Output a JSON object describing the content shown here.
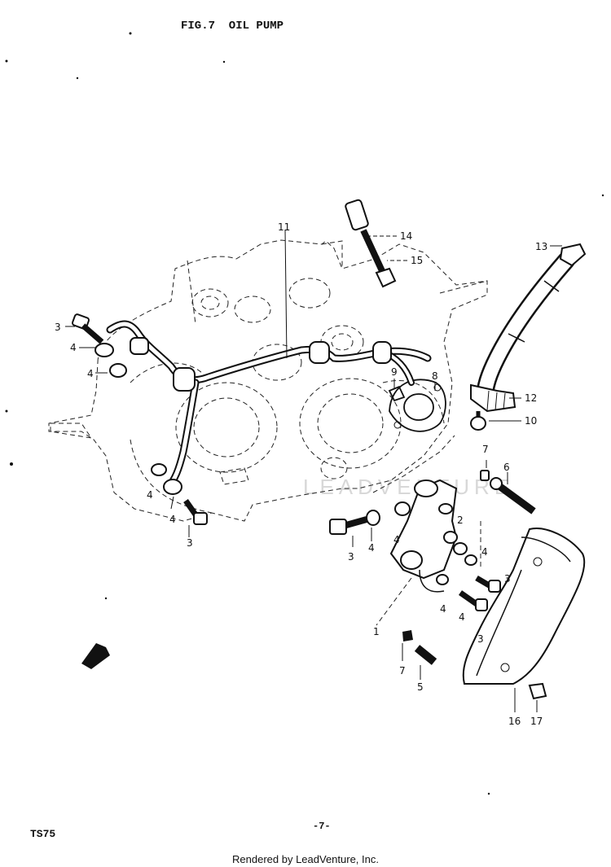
{
  "title": "FIG.7  OIL PUMP",
  "model": "TS75",
  "page_number": "-7-",
  "footer": "Rendered by LeadVenture, Inc.",
  "watermark": "LEADVENTURE",
  "callouts": [
    {
      "id": "c1",
      "text": "1"
    },
    {
      "id": "c2",
      "text": "2"
    },
    {
      "id": "c3a",
      "text": "3"
    },
    {
      "id": "c3b",
      "text": "3"
    },
    {
      "id": "c3c",
      "text": "3"
    },
    {
      "id": "c3d",
      "text": "3"
    },
    {
      "id": "c3e",
      "text": "3"
    },
    {
      "id": "c4a",
      "text": "4"
    },
    {
      "id": "c4b",
      "text": "4"
    },
    {
      "id": "c4c",
      "text": "4"
    },
    {
      "id": "c4d",
      "text": "4"
    },
    {
      "id": "c4e",
      "text": "4"
    },
    {
      "id": "c4f",
      "text": "4"
    },
    {
      "id": "c4g",
      "text": "4"
    },
    {
      "id": "c4h",
      "text": "4"
    },
    {
      "id": "c4i",
      "text": "4"
    },
    {
      "id": "c5",
      "text": "5"
    },
    {
      "id": "c6",
      "text": "6"
    },
    {
      "id": "c7a",
      "text": "7"
    },
    {
      "id": "c7b",
      "text": "7"
    },
    {
      "id": "c8",
      "text": "8"
    },
    {
      "id": "c9",
      "text": "9"
    },
    {
      "id": "c10",
      "text": "10"
    },
    {
      "id": "c11",
      "text": "11"
    },
    {
      "id": "c12",
      "text": "12"
    },
    {
      "id": "c13",
      "text": "13"
    },
    {
      "id": "c14",
      "text": "14"
    },
    {
      "id": "c15",
      "text": "15"
    },
    {
      "id": "c16",
      "text": "16"
    },
    {
      "id": "c17",
      "text": "17"
    }
  ]
}
